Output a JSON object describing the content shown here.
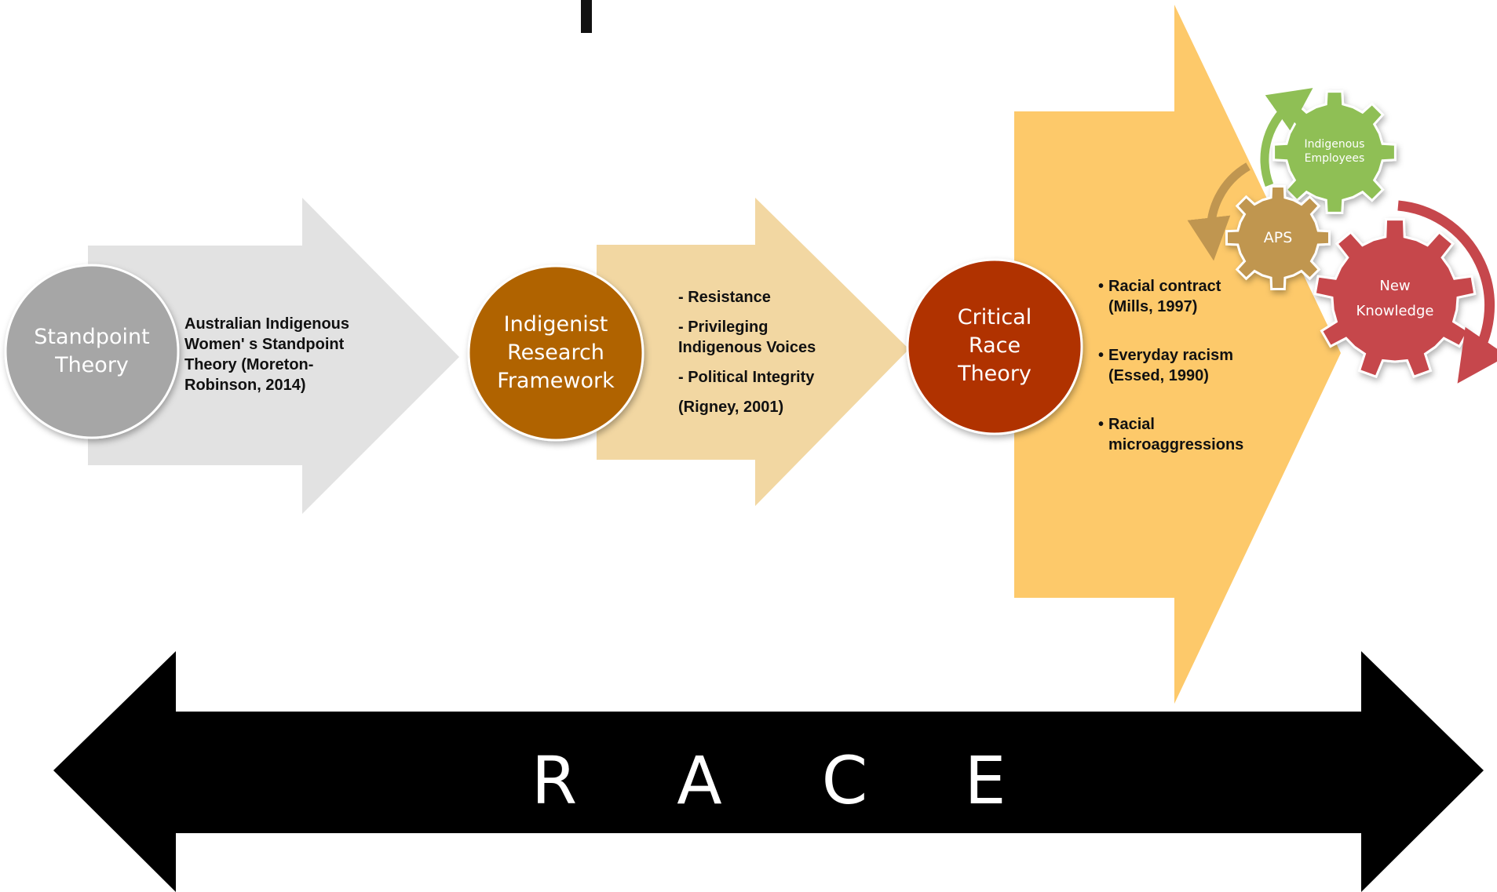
{
  "stages": [
    {
      "circle_label": [
        "Standpoint",
        "Theory"
      ],
      "circle_color": "#a6a6a6",
      "arrow_color": "#e2e2e2",
      "notes": [
        "Australian Indigenous",
        "Women' s Standpoint",
        "Theory (Moreton-",
        "Robinson, 2014)"
      ]
    },
    {
      "circle_label": [
        "Indigenist",
        "Research",
        "Framework"
      ],
      "circle_color": "#b06400",
      "arrow_color": "#f2d7a2",
      "notes": [
        "- Resistance",
        "- Privileging",
        "Indigenous Voices",
        "- Political Integrity",
        "(Rigney, 2001)"
      ]
    },
    {
      "circle_label": [
        "Critical",
        "Race",
        "Theory"
      ],
      "circle_color": "#b03000",
      "arrow_color": "#fdc96a",
      "notes": [
        "Racial contract",
        "(Mills, 1997)",
        "Everyday racism",
        "(Essed, 1990)",
        "Racial",
        "microaggressions"
      ]
    }
  ],
  "gears": {
    "indigenous_employees": {
      "label": [
        "Indigenous",
        "Employees"
      ],
      "color": "#8fbf55"
    },
    "aps": {
      "label": [
        "APS"
      ],
      "color": "#c09650"
    },
    "new_knowledge": {
      "label": [
        "New",
        "Knowledge"
      ],
      "color": "#c6474c"
    }
  },
  "race_bar": {
    "letters": [
      "R",
      "A",
      "C",
      "E"
    ],
    "color": "#000000"
  }
}
